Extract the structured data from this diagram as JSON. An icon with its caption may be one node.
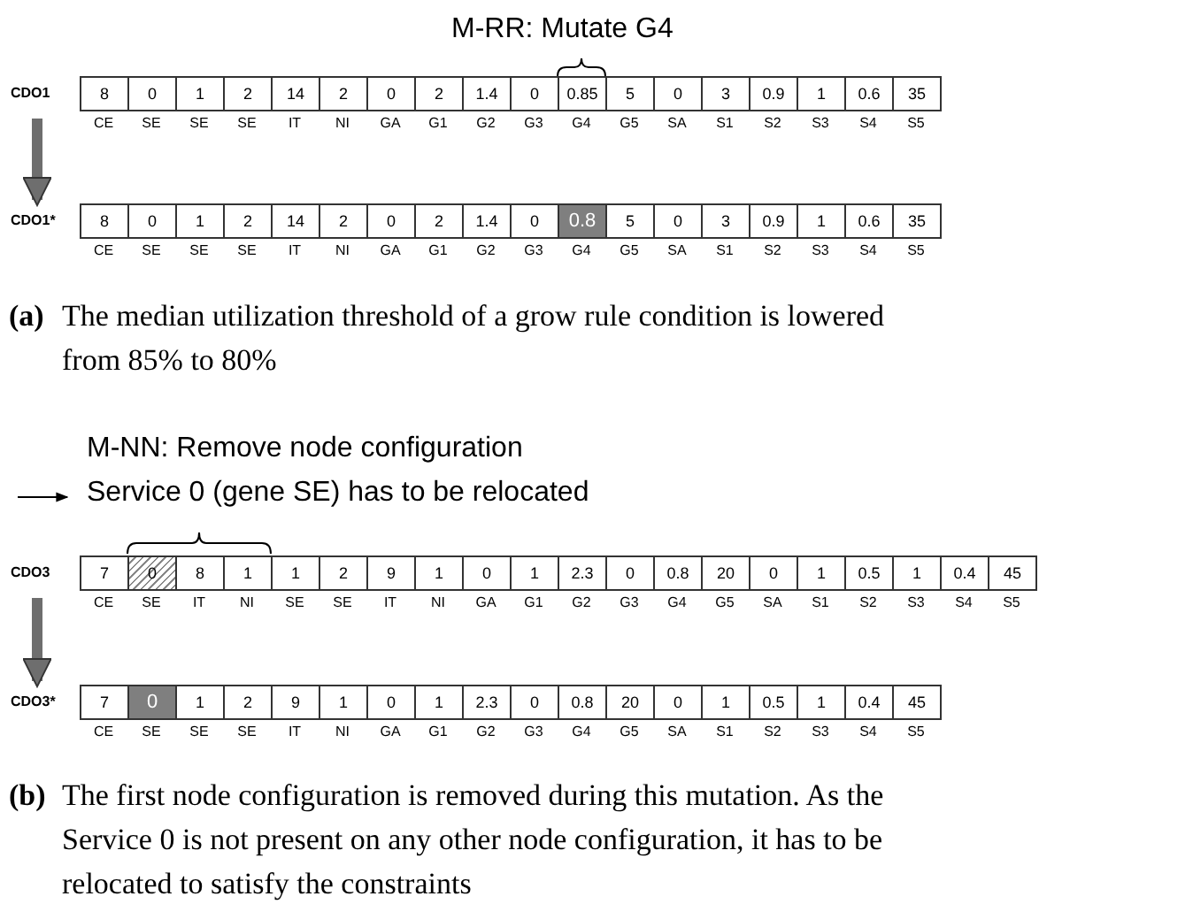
{
  "diagram": {
    "nodes": [
      {
        "text": [
          "CDO1"
        ]
      },
      {
        "text": [
          "8"
        ],
        "beside": [
          "CE"
        ],
        "in": 0
      },
      {
        "text": [
          "0"
        ],
        "beside": [
          "SE"
        ],
        "in": 0
      },
      {
        "text": [
          "1"
        ],
        "beside": [
          "SE"
        ],
        "in": 0
      },
      {
        "text": [
          "2"
        ],
        "beside": [
          "SE"
        ],
        "in": 0
      },
      {
        "text": [
          "14"
        ],
        "beside": [
          "IT"
        ],
        "in": 0
      },
      {
        "text": [
          "2"
        ],
        "beside": [
          "NI"
        ],
        "in": 0
      },
      {
        "text": [
          "0"
        ],
        "beside": [
          "GA"
        ],
        "in": 0
      },
      {
        "text": [
          "2"
        ],
        "beside": [
          "G1"
        ],
        "in": 0
      },
      {
        "text": [
          "1.4"
        ],
        "beside": [
          "G2"
        ],
        "in": 0
      },
      {
        "text": [
          "0"
        ],
        "beside": [
          "G3"
        ],
        "in": 0
      },
      {
        "text": [
          "0.85"
        ],
        "beside": [
          "G4"
        ],
        "in": 0
      },
      {
        "text": [
          "5"
        ],
        "beside": [
          "G5"
        ],
        "in": 0
      },
      {
        "text": [
          "0"
        ],
        "beside": [
          "SA"
        ],
        "in": 0
      },
      {
        "text": [
          "3"
        ],
        "beside": [
          "S1"
        ],
        "in": 0
      },
      {
        "text": [
          "0.9"
        ],
        "beside": [
          "S2"
        ],
        "in": 0
      },
      {
        "text": [
          "1"
        ],
        "beside": [
          "S3"
        ],
        "in": 0
      },
      {
        "text": [
          "0.6"
        ],
        "beside": [
          "S4"
        ],
        "in": 0
      },
      {
        "text": [
          "35"
        ],
        "beside": [
          "S5"
        ],
        "in": 0
      },
      {
        "text": [
          "CDO1*"
        ]
      },
      {
        "text": [
          "8"
        ],
        "beside": [
          "CE"
        ],
        "in": 19
      },
      {
        "text": [
          "0"
        ],
        "beside": [
          "SE"
        ],
        "in": 19
      },
      {
        "text": [
          "1"
        ],
        "beside": [
          "SE"
        ],
        "in": 19
      },
      {
        "text": [
          "2"
        ],
        "beside": [
          "SE"
        ],
        "in": 19
      },
      {
        "text": [
          "14"
        ],
        "beside": [
          "IT"
        ],
        "in": 19
      },
      {
        "text": [
          "2"
        ],
        "beside": [
          "NI"
        ],
        "in": 19
      },
      {
        "text": [
          "0"
        ],
        "beside": [
          "GA"
        ],
        "in": 19
      },
      {
        "text": [
          "2"
        ],
        "beside": [
          "G1"
        ],
        "in": 19
      },
      {
        "text": [
          "1.4"
        ],
        "beside": [
          "G2"
        ],
        "in": 19
      },
      {
        "text": [
          "0"
        ],
        "beside": [
          "G3"
        ],
        "in": 19
      },
      {
        "text": [
          "0.8"
        ],
        "beside": [
          "G4"
        ],
        "in": 19
      },
      {
        "text": [
          "5"
        ],
        "beside": [
          "G5"
        ],
        "in": 19
      },
      {
        "text": [
          "0"
        ],
        "beside": [
          "SA"
        ],
        "in": 19
      },
      {
        "text": [
          "3"
        ],
        "beside": [
          "S1"
        ],
        "in": 19
      },
      {
        "text": [
          "0.9"
        ],
        "beside": [
          "S2"
        ],
        "in": 19
      },
      {
        "text": [
          "1"
        ],
        "beside": [
          "S3"
        ],
        "in": 19
      },
      {
        "text": [
          "0.6"
        ],
        "beside": [
          "S4"
        ],
        "in": 19
      },
      {
        "text": [
          "35"
        ],
        "beside": [
          "S5"
        ],
        "in": 19
      },
      {
        "text": [
          "CDO3"
        ]
      },
      {
        "text": [
          "7"
        ],
        "beside": [
          "CE"
        ],
        "in": 38
      },
      {
        "text": [
          "0"
        ],
        "beside": [
          "SE"
        ],
        "in": 38
      },
      {
        "text": [
          "8"
        ],
        "beside": [
          "IT"
        ],
        "in": 38
      },
      {
        "text": [
          "1"
        ],
        "beside": [
          "NI"
        ],
        "in": 38
      },
      {
        "text": [
          "1"
        ],
        "beside": [
          "SE"
        ],
        "in": 38
      },
      {
        "text": [
          "2"
        ],
        "beside": [
          "SE"
        ],
        "in": 38
      },
      {
        "text": [
          "9"
        ],
        "beside": [
          "IT"
        ],
        "in": 38
      },
      {
        "text": [
          "1"
        ],
        "beside": [
          "NI"
        ],
        "in": 38
      },
      {
        "text": [
          "0"
        ],
        "beside": [
          "GA"
        ],
        "in": 38
      },
      {
        "text": [
          "1"
        ],
        "beside": [
          "G1"
        ],
        "in": 38
      },
      {
        "text": [
          "2.3"
        ],
        "beside": [
          "G2"
        ],
        "in": 38
      },
      {
        "text": [
          "0"
        ],
        "beside": [
          "G3"
        ],
        "in": 38
      },
      {
        "text": [
          "0.8"
        ],
        "beside": [
          "G4"
        ],
        "in": 38
      },
      {
        "text": [
          "20"
        ],
        "beside": [
          "G5"
        ],
        "in": 38
      },
      {
        "text": [
          "0"
        ],
        "beside": [
          "SA"
        ],
        "in": 38
      },
      {
        "text": [
          "1"
        ],
        "beside": [
          "S1"
        ],
        "in": 38
      },
      {
        "text": [
          "0.5"
        ],
        "beside": [
          "S2"
        ],
        "in": 38
      },
      {
        "text": [
          "1"
        ],
        "beside": [
          "S3"
        ],
        "in": 38
      },
      {
        "text": [
          "0.4"
        ],
        "beside": [
          "S4"
        ],
        "in": 38
      },
      {
        "text": [
          "45"
        ],
        "beside": [
          "S5"
        ],
        "in": 38
      },
      {
        "text": [
          "CDO3*"
        ]
      },
      {
        "text": [
          "7"
        ],
        "beside": [
          "CE"
        ],
        "in": 59
      },
      {
        "text": [
          "0"
        ],
        "beside": [
          "SE"
        ],
        "in": 59
      },
      {
        "text": [
          "1"
        ],
        "beside": [
          "SE"
        ],
        "in": 59
      },
      {
        "text": [
          "2"
        ],
        "beside": [
          "SE"
        ],
        "in": 59
      },
      {
        "text": [
          "9"
        ],
        "beside": [
          "IT"
        ],
        "in": 59
      },
      {
        "text": [
          "1"
        ],
        "beside": [
          "NI"
        ],
        "in": 59
      },
      {
        "text": [
          "0"
        ],
        "beside": [
          "GA"
        ],
        "in": 59
      },
      {
        "text": [
          "1"
        ],
        "beside": [
          "G1"
        ],
        "in": 59
      },
      {
        "text": [
          "2.3"
        ],
        "beside": [
          "G2"
        ],
        "in": 59
      },
      {
        "text": [
          "0"
        ],
        "beside": [
          "G3"
        ],
        "in": 59
      },
      {
        "text": [
          "0.8"
        ],
        "beside": [
          "G4"
        ],
        "in": 59
      },
      {
        "text": [
          "20"
        ],
        "beside": [
          "G5"
        ],
        "in": 59
      },
      {
        "text": [
          "0"
        ],
        "beside": [
          "SA"
        ],
        "in": 59
      },
      {
        "text": [
          "1"
        ],
        "beside": [
          "S1"
        ],
        "in": 59
      },
      {
        "text": [
          "0.5"
        ],
        "beside": [
          "S2"
        ],
        "in": 59
      },
      {
        "text": [
          "1"
        ],
        "beside": [
          "S3"
        ],
        "in": 59
      },
      {
        "text": [
          "0.4"
        ],
        "beside": [
          "S4"
        ],
        "in": 59
      },
      {
        "text": [
          "45"
        ],
        "beside": [
          "S5"
        ],
        "in": 59
      }
    ],
    "edges": [
      {
        "from": 0,
        "to": 19,
        "arrow": "to"
      },
      {
        "from": 38,
        "to": 59,
        "arrow": "to"
      }
    ],
    "labels": [
      "M-RR: Mutate G4",
      "**(a)** The median utilization threshold of a grow rule condition is lowered from 85% to 80%",
      "M-NN: Remove node configuration",
      "Service 0 (gene SE) has to be relocated",
      "**(b)** The first node configuration is removed during this mutation. As the Service 0 is not present on any other node configuration, it has to be relocated to satisfy the constraints"
    ]
  }
}
